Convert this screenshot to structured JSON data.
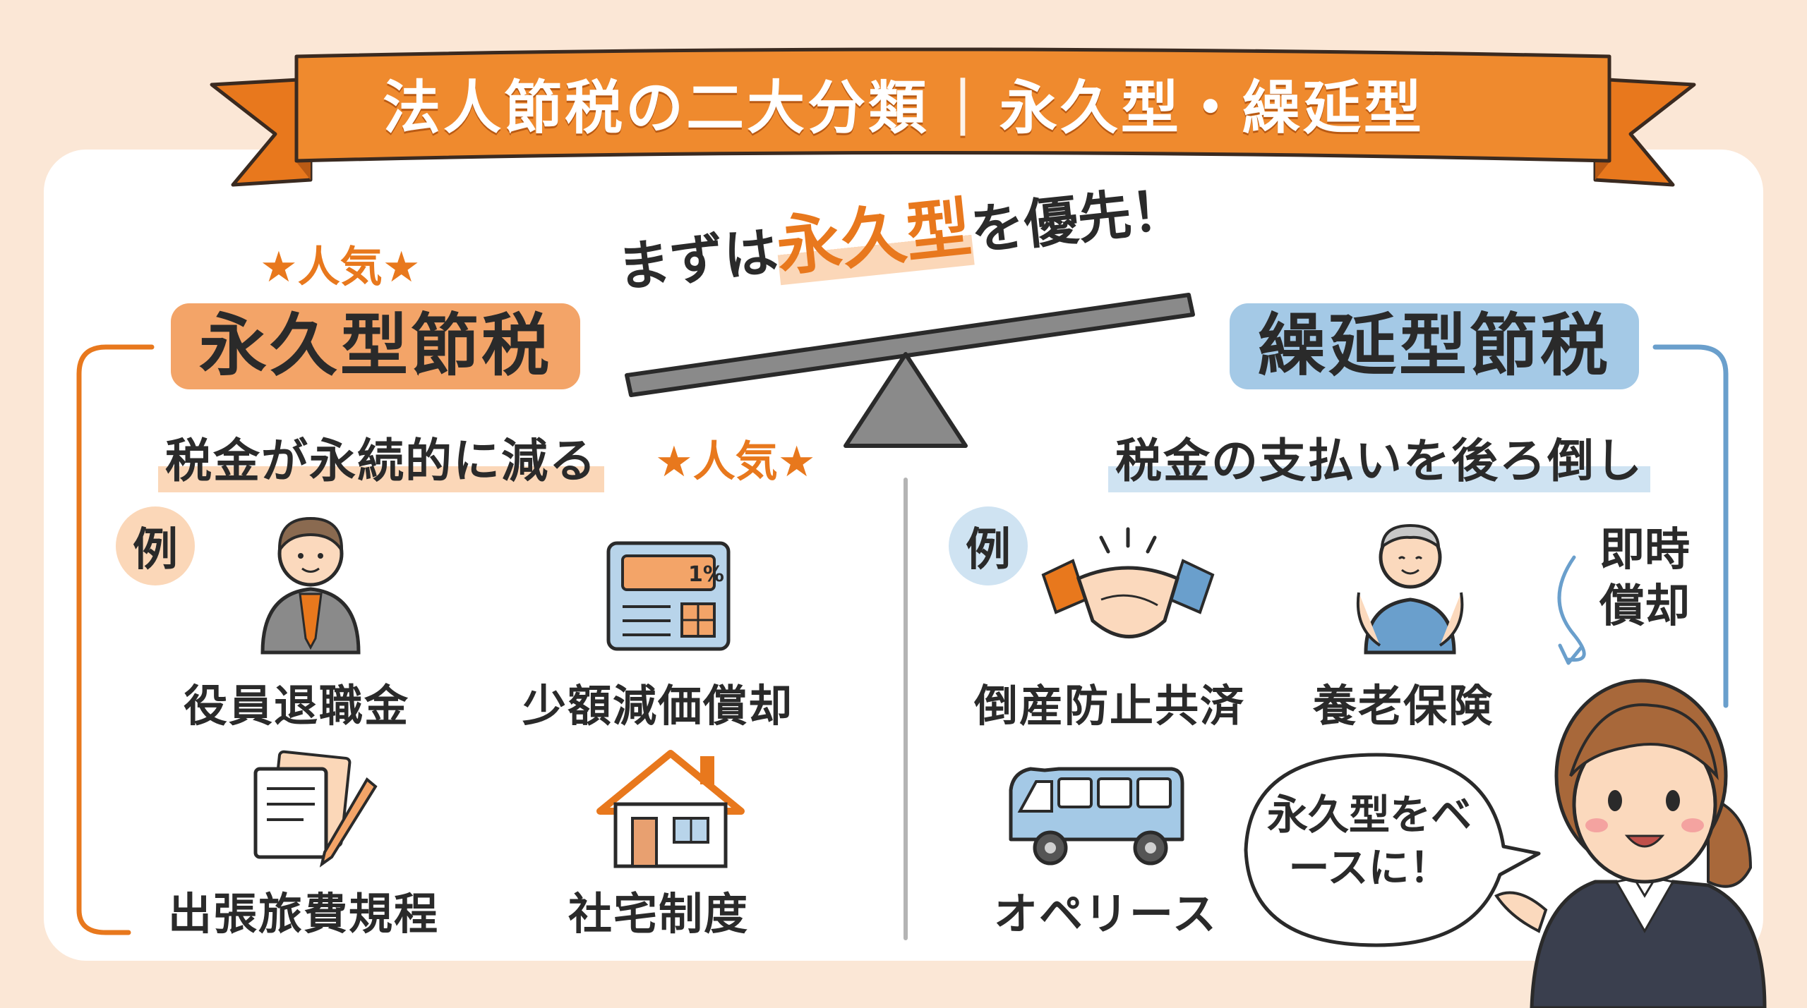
{
  "title": {
    "main": "法人節税の二大分類",
    "separator": "|",
    "sub": "永久型・繰延型"
  },
  "center": {
    "priority_prefix": "まずは",
    "priority_highlight": "永久型",
    "priority_suffix": "を優先！"
  },
  "left": {
    "popular_top": "★人気★",
    "badge": "永久型節税",
    "description": "税金が永続的に減る",
    "popular_inline": "★人気★",
    "example_label": "例",
    "items": [
      {
        "label": "役員退職金",
        "icon": "businessman-icon"
      },
      {
        "label": "少額減価償却",
        "icon": "calculator-icon"
      },
      {
        "label": "出張旅費規程",
        "icon": "document-pen-icon"
      },
      {
        "label": "社宅制度",
        "icon": "house-icon"
      }
    ]
  },
  "right": {
    "badge": "繰延型節税",
    "description": "税金の支払いを後ろ倒し",
    "example_label": "例",
    "items": [
      {
        "label": "倒産防止共済",
        "icon": "handshake-icon"
      },
      {
        "label": "養老保険",
        "icon": "elderly-person-icon"
      },
      {
        "label": "オペリース",
        "icon": "van-icon"
      }
    ],
    "immediate_note": "即時償却",
    "speech_bubble": "永久型をベースに！"
  },
  "colors": {
    "accent_orange": "#e8781d",
    "badge_orange": "#f3a468",
    "badge_blue": "#a4c9e6",
    "bracket_blue": "#6a9fcc",
    "background": "#fbe7d6"
  }
}
